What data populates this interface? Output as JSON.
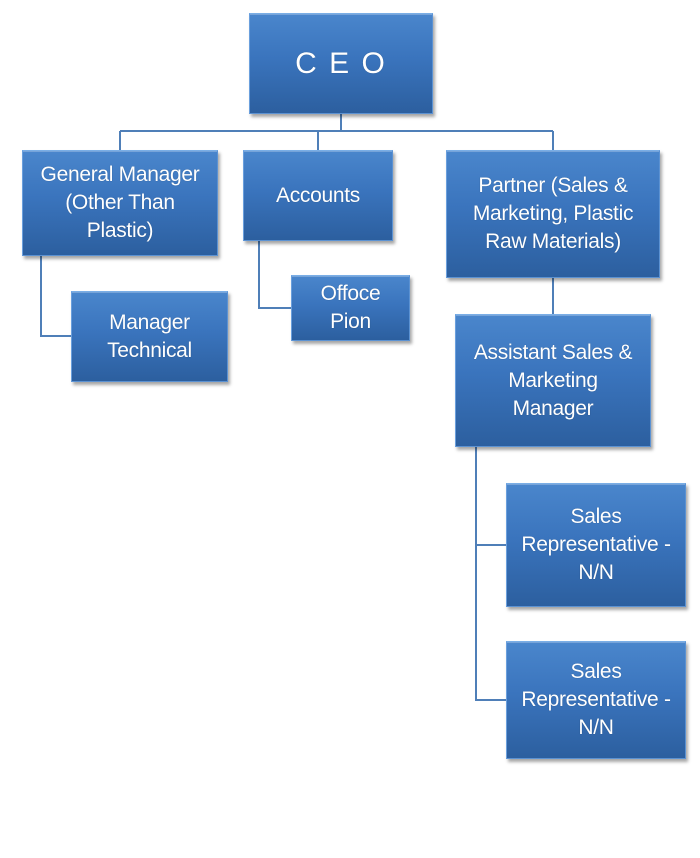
{
  "diagram": {
    "type": "org-chart",
    "line_color": "#4f7fb8",
    "box_color": "#3a74bd",
    "nodes": {
      "ceo": {
        "label": "C E O"
      },
      "general_manager": {
        "label": "General Manager\n(Other Than\nPlastic)"
      },
      "manager_technical": {
        "label": "Manager\nTechnical"
      },
      "accounts": {
        "label": "Accounts"
      },
      "office_pion": {
        "label": "Offoce\nPion"
      },
      "partner": {
        "label": "Partner (Sales &\nMarketing, Plastic\nRaw Materials)"
      },
      "assistant_sales": {
        "label": "Assistant Sales &\nMarketing\nManager"
      },
      "sales_rep_1": {
        "label": "Sales\nRepresentative -\nN/N"
      },
      "sales_rep_2": {
        "label": "Sales\nRepresentative -\nN/N"
      }
    },
    "edges": [
      {
        "from": "CEO",
        "to": "General Manager (Other Than Plastic)"
      },
      {
        "from": "CEO",
        "to": "Accounts"
      },
      {
        "from": "CEO",
        "to": "Partner (Sales & Marketing, Plastic Raw Materials)"
      },
      {
        "from": "General Manager (Other Than Plastic)",
        "to": "Manager Technical"
      },
      {
        "from": "Accounts",
        "to": "Offoce Pion"
      },
      {
        "from": "Partner (Sales & Marketing, Plastic Raw Materials)",
        "to": "Assistant Sales & Marketing Manager"
      },
      {
        "from": "Assistant Sales & Marketing Manager",
        "to": "Sales Representative - N/N"
      },
      {
        "from": "Assistant Sales & Marketing Manager",
        "to": "Sales Representative - N/N"
      }
    ]
  }
}
